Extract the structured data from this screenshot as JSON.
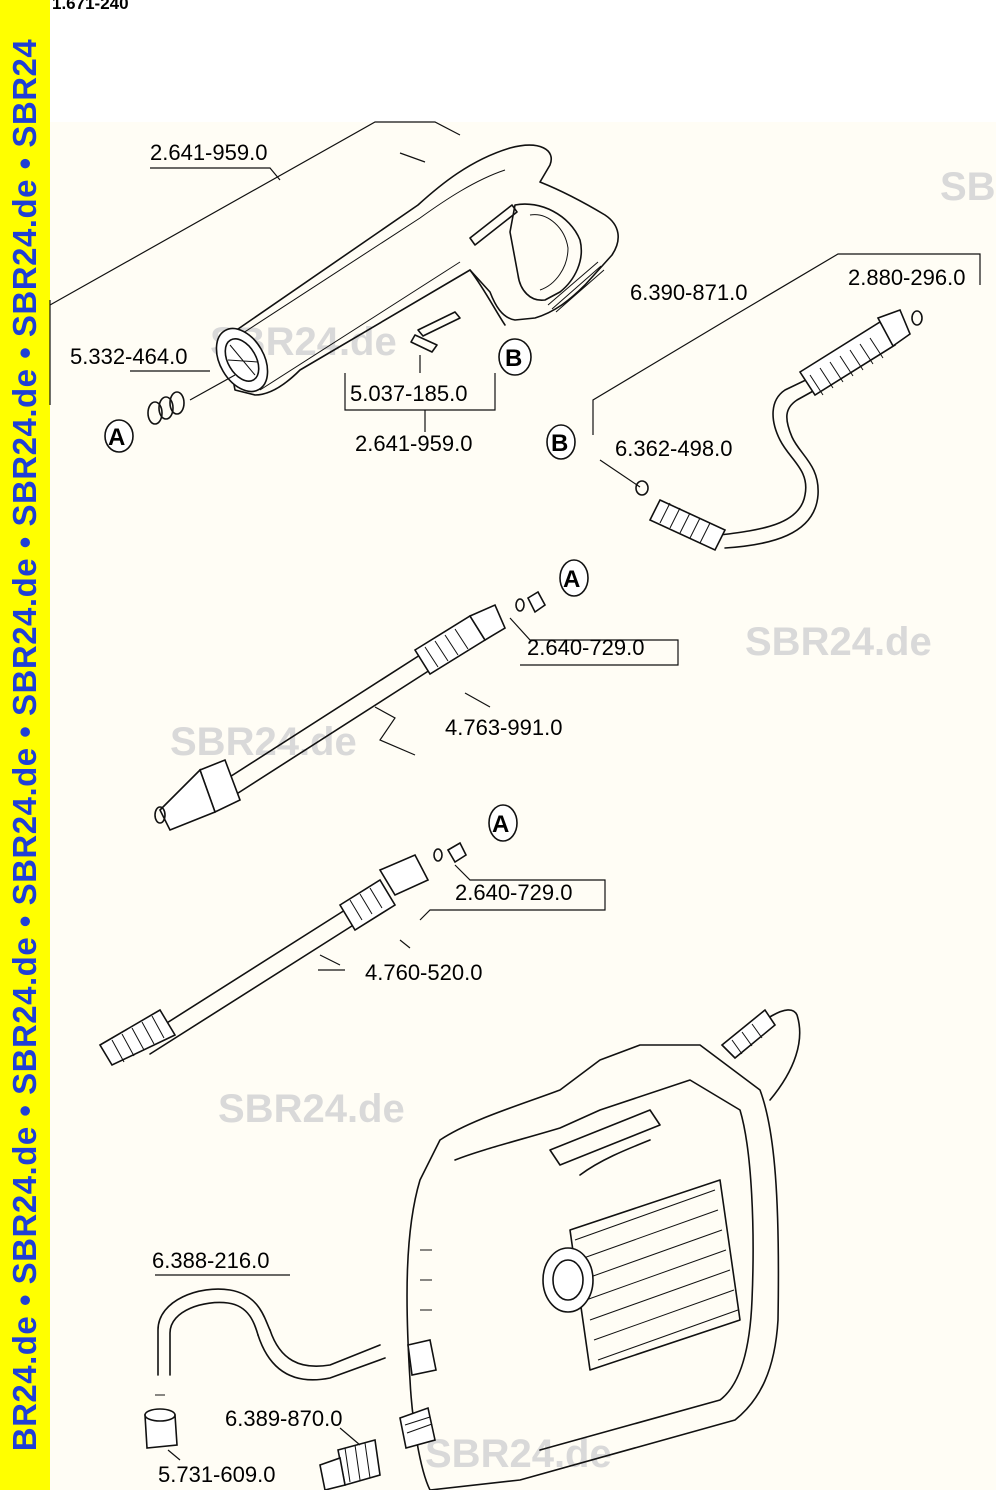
{
  "document_id": "1.671-240",
  "sidebar_watermark": "BR24.de • SBR24.de • SBR24.de • SBR24.de • SBR24.de • SBR24.de • SBR24.de • SBR24",
  "watermarks": [
    "SBR24.de",
    "SBR24.de",
    "SBR24.de",
    "SBR24.de",
    "SBR24.de",
    "SB"
  ],
  "callouts": {
    "a1": "A",
    "a2": "A",
    "a3": "A",
    "b1": "B",
    "b2": "B"
  },
  "parts": {
    "gun_top": "2.641-959.0",
    "gun_bottom": "2.641-959.0",
    "hose_connector": "6.390-871.0",
    "oring_top": "2.880-296.0",
    "spring_set": "5.332-464.0",
    "clip": "5.037-185.0",
    "oring_b": "6.362-498.0",
    "nozzle_adapter_1": "2.640-729.0",
    "lance_1": "4.763-991.0",
    "nozzle_adapter_2": "2.640-729.0",
    "lance_2": "4.760-520.0",
    "inlet_hose": "6.388-216.0",
    "inlet_coupling": "6.389-870.0",
    "filter_cap": "5.731-609.0"
  },
  "colors": {
    "sidebar": "#ffff00",
    "sidebar_text": "#1f3fd6",
    "drawing_bg": "#fffdf5",
    "watermark": "#d9d9d9"
  }
}
